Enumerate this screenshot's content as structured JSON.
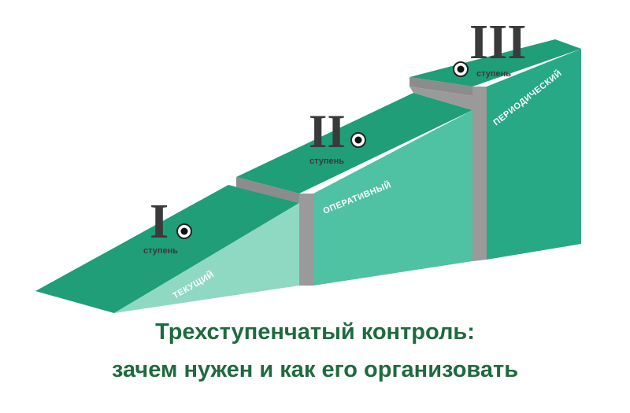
{
  "steps": [
    {
      "numeral": "I",
      "word": "ступень",
      "type": "ТЕКУЩИЙ"
    },
    {
      "numeral": "II",
      "word": "ступень",
      "type": "ОПЕРАТИВНЫЙ"
    },
    {
      "numeral": "III",
      "word": "ступень",
      "type": "ПЕРИОДИЧЕСКИЙ"
    }
  ],
  "caption": {
    "line1": "Трехступенчатый контроль:",
    "line2": "зачем нужен и как его организовать"
  },
  "colors": {
    "top": "#1f9e78",
    "front": "#4fc2a3",
    "front_dark": "#27a985",
    "light": "#8fd9c3",
    "riser": "#8c8c8c",
    "caption": "#1f6a3f"
  }
}
